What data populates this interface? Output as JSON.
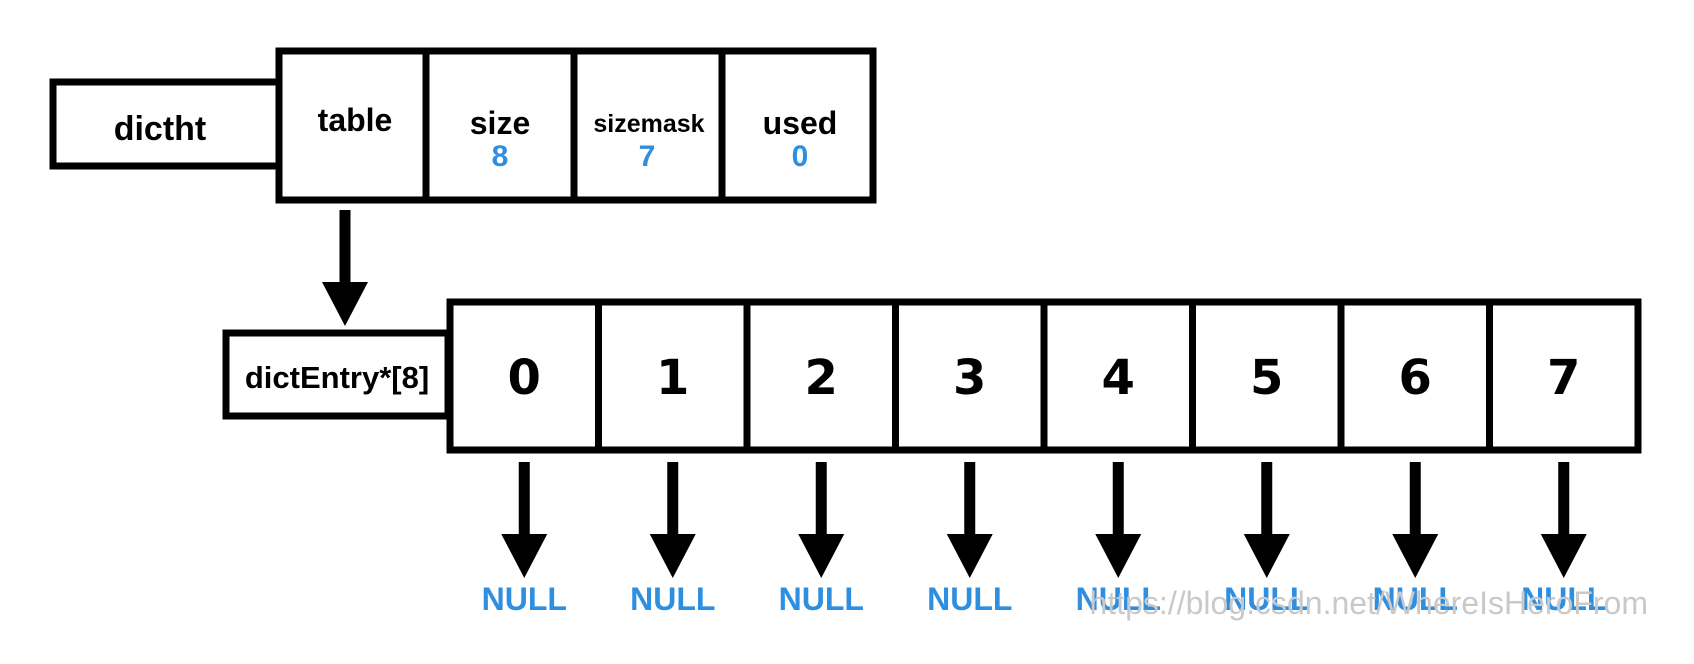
{
  "dictht": {
    "name": "dictht",
    "fields": [
      {
        "label": "table"
      },
      {
        "label": "size",
        "value": "8"
      },
      {
        "label": "sizemask",
        "value": "7"
      },
      {
        "label": "used",
        "value": "0"
      }
    ]
  },
  "array": {
    "name": "dictEntry*[8]",
    "indices": [
      "0",
      "1",
      "2",
      "3",
      "4",
      "5",
      "6",
      "7"
    ],
    "null_label": "NULL"
  },
  "watermark": "https://blog.csdn.net/WhereIsHeroFrom",
  "colors": {
    "value": "#2e8ee0",
    "stroke": "#000000",
    "watermark": "#c9c9c9"
  }
}
